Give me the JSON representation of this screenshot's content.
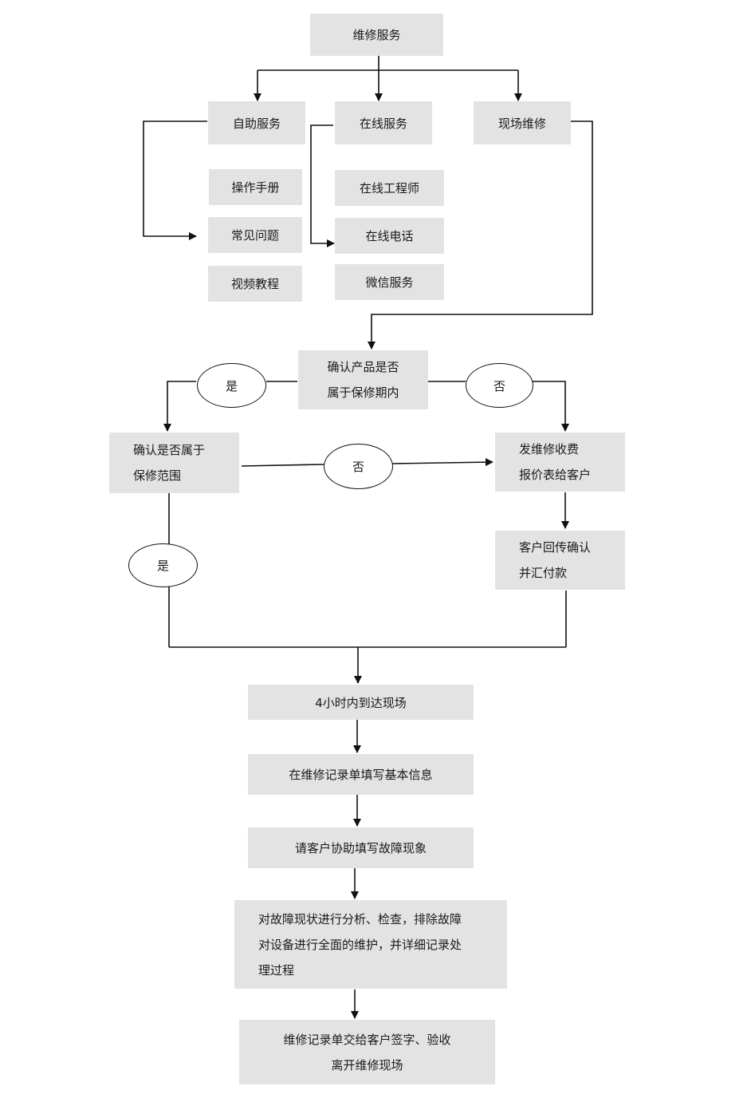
{
  "root": "维修服务",
  "self_service": {
    "title": "自助服务",
    "items": [
      "操作手册",
      "常见问题",
      "视频教程"
    ]
  },
  "online_service": {
    "title": "在线服务",
    "items": [
      "在线工程师",
      "在线电话",
      "微信服务"
    ]
  },
  "onsite_repair": "现场维修",
  "warranty_check": {
    "line1": "确认产品是否",
    "line2": "属于保修期内"
  },
  "scope_check": {
    "line1": "确认是否属于",
    "line2": "保修范围"
  },
  "quote": {
    "line1": "发维修收费",
    "line2": "报价表给客户"
  },
  "confirm_pay": {
    "line1": "客户回传确认",
    "line2": "并汇付款"
  },
  "decisions": {
    "yes": "是",
    "no": "否"
  },
  "steps": {
    "arrive": "4小时内到达现场",
    "record_basic": "在维修记录单填写基本信息",
    "customer_fill": "请客户协助填写故障现象",
    "analyze": {
      "line1": "对故障现状进行分析、检查，排除故障",
      "line2": "对设备进行全面的维护，并详细记录处",
      "line3": "理过程"
    },
    "signoff": {
      "line1": "维修记录单交给客户签字、验收",
      "line2": "离开维修现场"
    }
  }
}
